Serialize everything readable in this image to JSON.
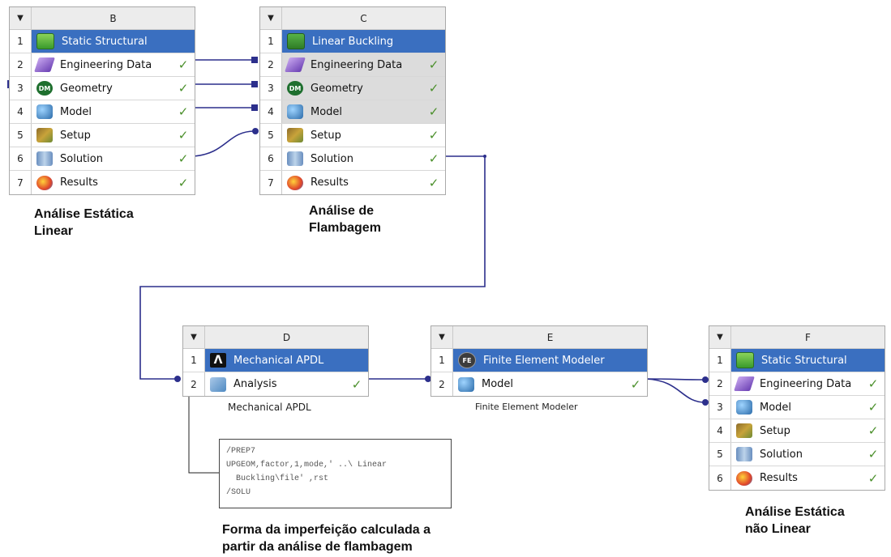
{
  "systems": {
    "B": {
      "letter": "B",
      "rows": [
        {
          "n": "1",
          "label": "Static Structural",
          "check": ""
        },
        {
          "n": "2",
          "label": "Engineering Data",
          "check": "✓"
        },
        {
          "n": "3",
          "label": "Geometry",
          "check": "✓"
        },
        {
          "n": "4",
          "label": "Model",
          "check": "✓"
        },
        {
          "n": "5",
          "label": "Setup",
          "check": "✓"
        },
        {
          "n": "6",
          "label": "Solution",
          "check": "✓"
        },
        {
          "n": "7",
          "label": "Results",
          "check": "✓"
        }
      ]
    },
    "C": {
      "letter": "C",
      "rows": [
        {
          "n": "1",
          "label": "Linear Buckling",
          "check": ""
        },
        {
          "n": "2",
          "label": "Engineering Data",
          "check": "✓"
        },
        {
          "n": "3",
          "label": "Geometry",
          "check": "✓"
        },
        {
          "n": "4",
          "label": "Model",
          "check": "✓"
        },
        {
          "n": "5",
          "label": "Setup",
          "check": "✓"
        },
        {
          "n": "6",
          "label": "Solution",
          "check": "✓"
        },
        {
          "n": "7",
          "label": "Results",
          "check": "✓"
        }
      ]
    },
    "D": {
      "letter": "D",
      "rows": [
        {
          "n": "1",
          "label": "Mechanical APDL",
          "check": ""
        },
        {
          "n": "2",
          "label": "Analysis",
          "check": "✓"
        }
      ],
      "subtitle": "Mechanical APDL"
    },
    "E": {
      "letter": "E",
      "rows": [
        {
          "n": "1",
          "label": "Finite Element Modeler",
          "check": ""
        },
        {
          "n": "2",
          "label": "Model",
          "check": "✓"
        }
      ],
      "subtitle": "Finite Element Modeler"
    },
    "F": {
      "letter": "F",
      "rows": [
        {
          "n": "1",
          "label": "Static Structural",
          "check": ""
        },
        {
          "n": "2",
          "label": "Engineering Data",
          "check": "✓"
        },
        {
          "n": "3",
          "label": "Model",
          "check": "✓"
        },
        {
          "n": "4",
          "label": "Setup",
          "check": "✓"
        },
        {
          "n": "5",
          "label": "Solution",
          "check": "✓"
        },
        {
          "n": "6",
          "label": "Results",
          "check": "✓"
        }
      ]
    }
  },
  "header_glyph": "▼",
  "icons": {
    "B": [
      "static-structural-icon",
      "engineering-data-icon",
      "geometry-icon",
      "model-icon",
      "setup-icon",
      "solution-icon",
      "results-icon"
    ],
    "C": [
      "linear-buckling-icon",
      "engineering-data-icon",
      "geometry-icon",
      "model-icon",
      "setup-icon",
      "solution-icon",
      "results-icon"
    ],
    "D": [
      "mechanical-apdl-icon",
      "analysis-icon"
    ],
    "E": [
      "finite-element-modeler-icon",
      "model-icon"
    ],
    "F": [
      "static-structural-icon",
      "engineering-data-icon",
      "model-icon",
      "setup-icon",
      "solution-icon",
      "results-icon"
    ]
  },
  "geometry_glyph": "DM",
  "fe_glyph": "FE",
  "apdl_glyph": "Λ",
  "captions": {
    "B_line1": "Análise Estática",
    "B_line2": "Linear",
    "C_line1": "Análise de",
    "C_line2": "Flambagem",
    "F_line1": "Análise Estática",
    "F_line2": "não Linear",
    "imperf_line1": "Forma da imperfeição calculada a",
    "imperf_line2": "partir da análise de flambagem"
  },
  "code": {
    "line1": "/PREP7",
    "line2": "UPGEOM,factor,1,mode,' ..\\ Linear",
    "line3": "Buckling\\file' ,rst",
    "line4": "/SOLU"
  },
  "colors": {
    "title_bar": "#3a6fc0",
    "connector": "#2c2f8c",
    "check": "#4a8f2a"
  }
}
